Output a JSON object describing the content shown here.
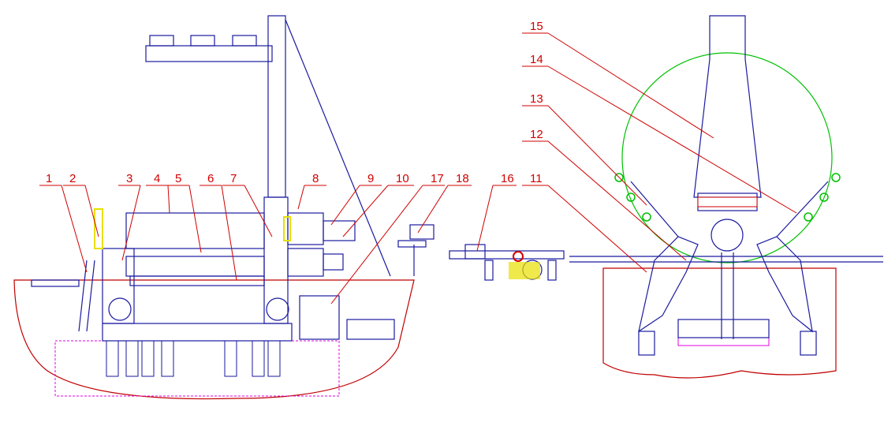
{
  "drawing": {
    "title_plate_text": "",
    "callouts": [
      "1",
      "2",
      "3",
      "4",
      "5",
      "6",
      "7",
      "8",
      "9",
      "10",
      "11",
      "12",
      "13",
      "14",
      "15",
      "16",
      "17",
      "18"
    ]
  },
  "colors": {
    "leader": "#d00000",
    "outline": "#1a1aa0",
    "foundation": "#e000e0",
    "ground": "#c00000",
    "circle": "#00c000",
    "yellow": "#e8e000"
  }
}
